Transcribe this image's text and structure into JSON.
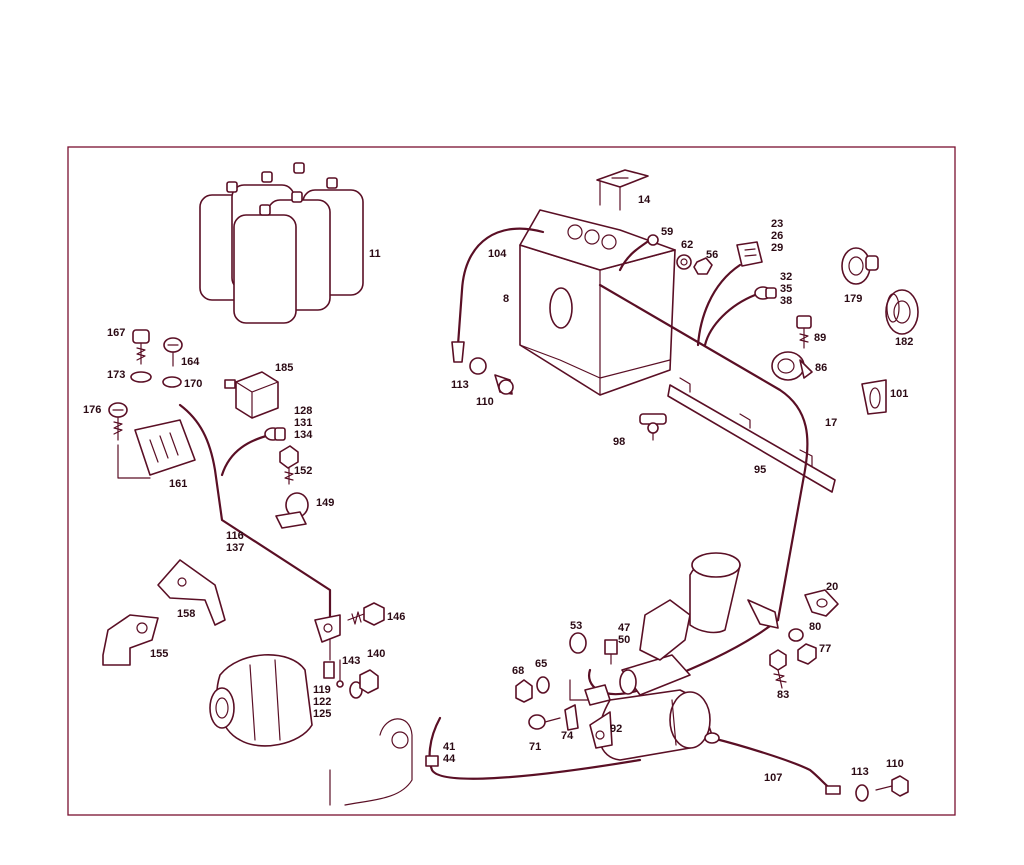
{
  "colors": {
    "frame": "#7a1030",
    "ink": "#5a0f25",
    "label": "#2b0a14",
    "background": "#ffffff"
  },
  "labels": {
    "l11": "11",
    "l14": "14",
    "l8": "8",
    "l104": "104",
    "l59": "59",
    "l62": "62",
    "l56": "56",
    "l23": "23",
    "l26": "26",
    "l29": "29",
    "l32": "32",
    "l35": "35",
    "l38": "38",
    "l179": "179",
    "l182": "182",
    "l89": "89",
    "l86": "86",
    "l101": "101",
    "l113a": "113",
    "l110a": "110",
    "l98": "98",
    "l17": "17",
    "l95": "95",
    "l167": "167",
    "l164": "164",
    "l173": "173",
    "l170": "170",
    "l185": "185",
    "l176": "176",
    "l128": "128",
    "l131": "131",
    "l134": "134",
    "l152": "152",
    "l161": "161",
    "l149": "149",
    "l116": "116",
    "l137": "137",
    "l158": "158",
    "l155": "155",
    "l146": "146",
    "l143": "143",
    "l140": "140",
    "l119": "119",
    "l122": "122",
    "l125": "125",
    "l20": "20",
    "l80": "80",
    "l77": "77",
    "l83": "83",
    "l53": "53",
    "l47": "47",
    "l50": "50",
    "l68": "68",
    "l65": "65",
    "l71": "71",
    "l74": "74",
    "l92": "92",
    "l41": "41",
    "l44": "44",
    "l107": "107",
    "l113b": "113",
    "l110b": "110"
  }
}
